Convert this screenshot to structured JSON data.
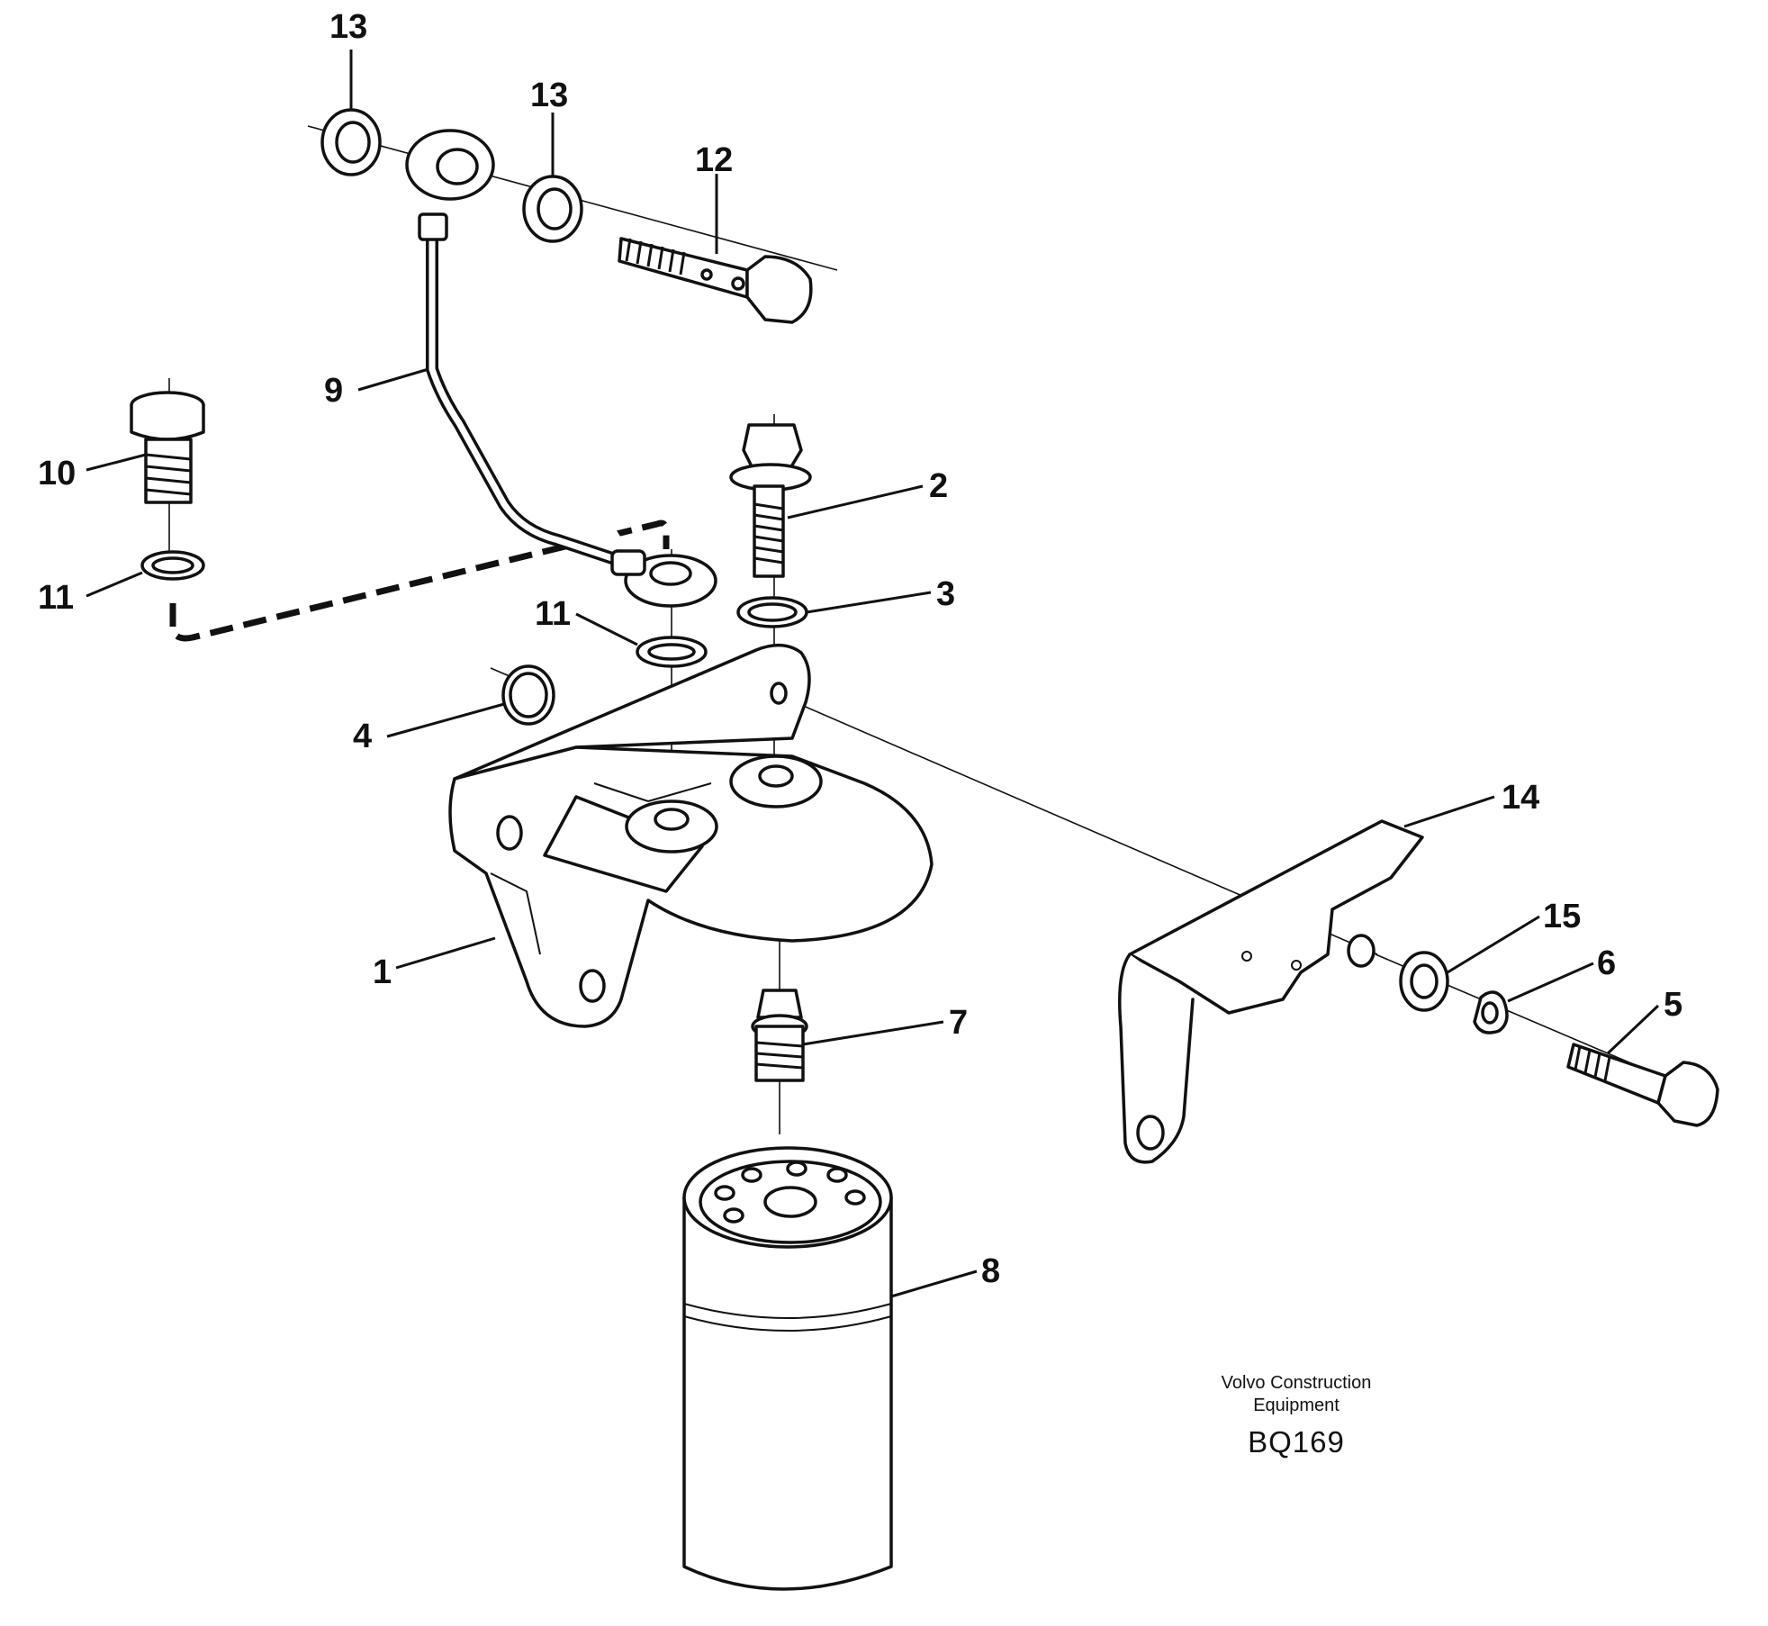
{
  "callouts": [
    {
      "id": "c13a",
      "label": "13"
    },
    {
      "id": "c13b",
      "label": "13"
    },
    {
      "id": "c12",
      "label": "12"
    },
    {
      "id": "c9",
      "label": "9"
    },
    {
      "id": "c10",
      "label": "10"
    },
    {
      "id": "c2",
      "label": "2"
    },
    {
      "id": "c11a",
      "label": "11"
    },
    {
      "id": "c3",
      "label": "3"
    },
    {
      "id": "c11b",
      "label": "11"
    },
    {
      "id": "c4",
      "label": "4"
    },
    {
      "id": "c14",
      "label": "14"
    },
    {
      "id": "c15",
      "label": "15"
    },
    {
      "id": "c6",
      "label": "6"
    },
    {
      "id": "c1",
      "label": "1"
    },
    {
      "id": "c5",
      "label": "5"
    },
    {
      "id": "c7",
      "label": "7"
    },
    {
      "id": "c8",
      "label": "8"
    }
  ],
  "caption": {
    "line1": "Volvo Construction",
    "line2": "Equipment",
    "code": "BQ169"
  }
}
